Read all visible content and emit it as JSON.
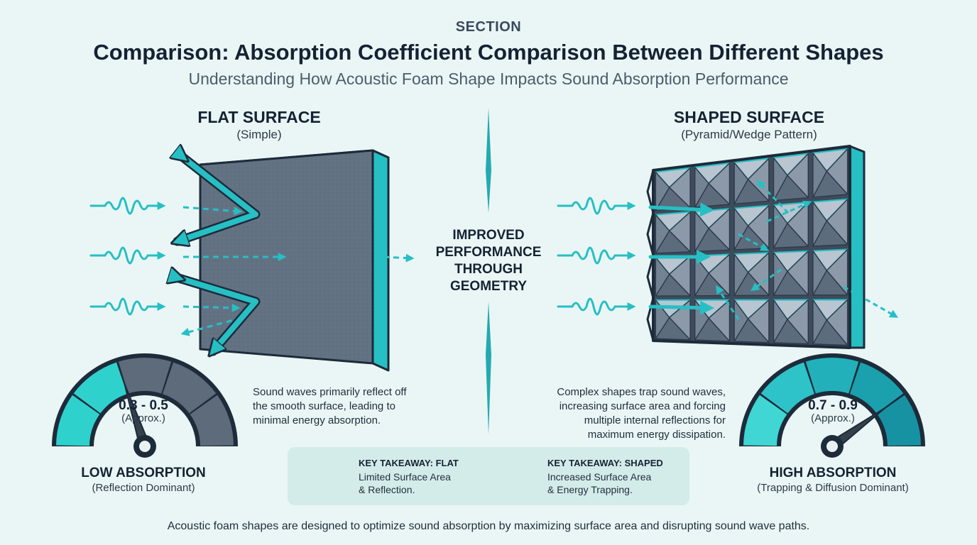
{
  "header": {
    "section": "SECTION",
    "title": "Comparison: Absorption Coefficient Comparison Between Different Shapes",
    "subtitle": "Understanding How Acoustic Foam Shape Impacts Sound Absorption Performance"
  },
  "center_message": [
    "IMPROVED",
    "PERFORMANCE",
    "THROUGH",
    "GEOMETRY"
  ],
  "flat": {
    "title": "FLAT SURFACE",
    "subtitle": "(Simple)",
    "description": [
      "Sound waves primarily reflect off",
      "the smooth surface, leading to",
      "minimal energy absorption."
    ],
    "gauge": {
      "value": "0.3 - 0.5",
      "note": "(Approx.)",
      "level": 0.4,
      "title": "LOW ABSORPTION",
      "subtitle": "(Reflection Dominant)"
    }
  },
  "shaped": {
    "title": "SHAPED SURFACE",
    "subtitle": "(Pyramid/Wedge Pattern)",
    "description": [
      "Complex shapes trap sound waves,",
      "increasing surface area and forcing",
      "multiple internal reflections for",
      "maximum energy dissipation."
    ],
    "gauge": {
      "value": "0.7 - 0.9",
      "note": "(Approx.)",
      "level": 0.8,
      "title": "HIGH ABSORPTION",
      "subtitle": "(Trapping & Diffusion Dominant)"
    }
  },
  "takeaways": {
    "flat": {
      "title": "KEY TAKEAWAY: FLAT",
      "line1": "Limited Surface Area",
      "line2": "& Reflection."
    },
    "shaped": {
      "title": "KEY TAKEAWAY: SHAPED",
      "line1": "Increased Surface Area",
      "line2": "& Energy Trapping."
    }
  },
  "footer": "Acoustic foam shapes are designed to optimize sound absorption by maximizing surface area and disrupting sound wave paths.",
  "colors": {
    "accent": "#26bfc4",
    "panel": "#5f6f80",
    "dark": "#1d2b3a",
    "bg": "#eaf6f5"
  }
}
